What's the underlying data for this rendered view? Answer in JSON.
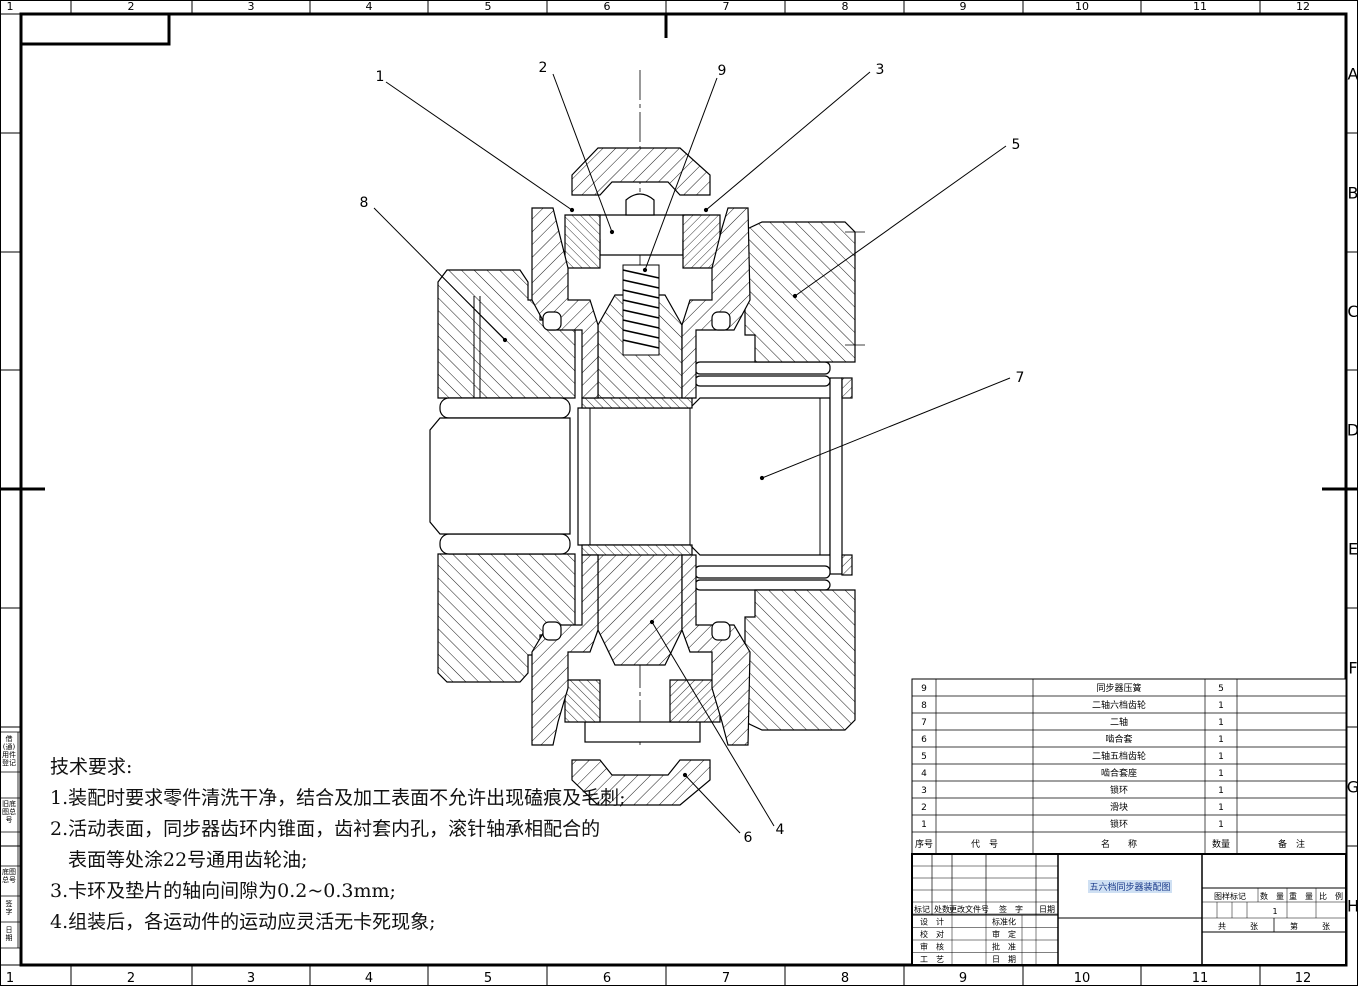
{
  "columns": [
    "1",
    "2",
    "3",
    "4",
    "5",
    "6",
    "7",
    "8",
    "9",
    "10",
    "11",
    "12"
  ],
  "rows": [
    "A",
    "B",
    "C",
    "D",
    "E",
    "F",
    "G",
    "H"
  ],
  "callouts": [
    "1",
    "2",
    "9",
    "3",
    "5",
    "8",
    "7",
    "6",
    "4"
  ],
  "tech_title": "技术要求:",
  "tech_items": [
    "1.装配时要求零件清洗干净，结合及加工表面不允许出现磕痕及毛刺;",
    "2.活动表面，同步器齿环内锥面，齿衬套内孔，滚针轴承相配合的",
    "表面等处涂22号通用齿轮油;",
    "3.卡环及垫片的轴向间隙为0.2~0.3mm;",
    "4.组装后，各运动件的运动应灵活无卡死现象;"
  ],
  "bom": {
    "rows": [
      {
        "no": "9",
        "code": "",
        "name": "同步器压簧",
        "qty": "5",
        "note": ""
      },
      {
        "no": "8",
        "code": "",
        "name": "二轴六档齿轮",
        "qty": "1",
        "note": ""
      },
      {
        "no": "7",
        "code": "",
        "name": "二轴",
        "qty": "1",
        "note": ""
      },
      {
        "no": "6",
        "code": "",
        "name": "啮合套",
        "qty": "1",
        "note": ""
      },
      {
        "no": "5",
        "code": "",
        "name": "二轴五档齿轮",
        "qty": "1",
        "note": ""
      },
      {
        "no": "4",
        "code": "",
        "name": "啮合套座",
        "qty": "1",
        "note": ""
      },
      {
        "no": "3",
        "code": "",
        "name": "锁环",
        "qty": "1",
        "note": ""
      },
      {
        "no": "2",
        "code": "",
        "name": "滑块",
        "qty": "1",
        "note": ""
      },
      {
        "no": "1",
        "code": "",
        "name": "锁环",
        "qty": "1",
        "note": ""
      }
    ],
    "header": {
      "no": "序号",
      "code": "代　号",
      "name": "名　　称",
      "qty": "数量",
      "note": "备　注"
    }
  },
  "title_block": {
    "drawing_title": "五六档同步器装配图",
    "rev_header": [
      "标记",
      "处数",
      "更改文件号",
      "签　字",
      "日期"
    ],
    "roles_left": [
      "设　计",
      "校　对",
      "审　核",
      "工　艺"
    ],
    "roles_right": [
      "标准化",
      "审　定",
      "批　准",
      "日　期"
    ],
    "stage_header": [
      "图样标记",
      "数　量",
      "重　量",
      "比　例"
    ],
    "qty_value": "1",
    "sheet_info": [
      "共",
      "张",
      "第",
      "张"
    ]
  },
  "side_labels": [
    "借(通)用件登记",
    "旧底图总号",
    "底图总号",
    "签　字",
    "日　期"
  ]
}
